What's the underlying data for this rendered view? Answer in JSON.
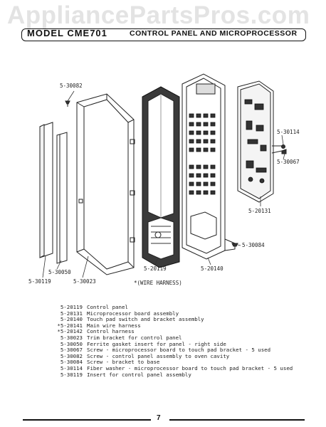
{
  "watermark": "AppliancePartsPros.com",
  "header": {
    "model": "MODEL CME701",
    "title": "CONTROL PANEL AND MICROPROCESSOR"
  },
  "callouts": {
    "p30082": "5-30082",
    "p30114": "5-30114",
    "p30067": "5-30067",
    "p20131": "5-20131",
    "p30084": "5-30084",
    "p30050": "5-30050",
    "p30119": "5-30119",
    "p30023": "5-30023",
    "p20119": "5-20119",
    "p20140": "5-20140",
    "wire_harness": "*(WIRE HARNESS)"
  },
  "parts": [
    {
      "num": "5-20119",
      "desc": "Control panel"
    },
    {
      "num": "5-20131",
      "desc": "Microprocessor board assembly"
    },
    {
      "num": "5-20140",
      "desc": "Touch pad switch and bracket assembly"
    },
    {
      "num": "*5-20141",
      "desc": "Main wire harness"
    },
    {
      "num": "*5-20142",
      "desc": "Control harness"
    },
    {
      "num": "5-30023",
      "desc": "Trim bracket for control panel"
    },
    {
      "num": "5-30050",
      "desc": "Ferrite gasket insert for panel - right side"
    },
    {
      "num": "5-30067",
      "desc": "Screw - microprocessor board to touch pad bracket - 5 used"
    },
    {
      "num": "5-30082",
      "desc": "Screw - control panel assembly to oven cavity"
    },
    {
      "num": "5-30084",
      "desc": "Screw - bracket to base"
    },
    {
      "num": "5-30114",
      "desc": "Fiber washer - microprocessor board to touch pad bracket - 5 used"
    },
    {
      "num": "5-30119",
      "desc": "Insert for control panel assembly"
    }
  ],
  "page_number": "7"
}
